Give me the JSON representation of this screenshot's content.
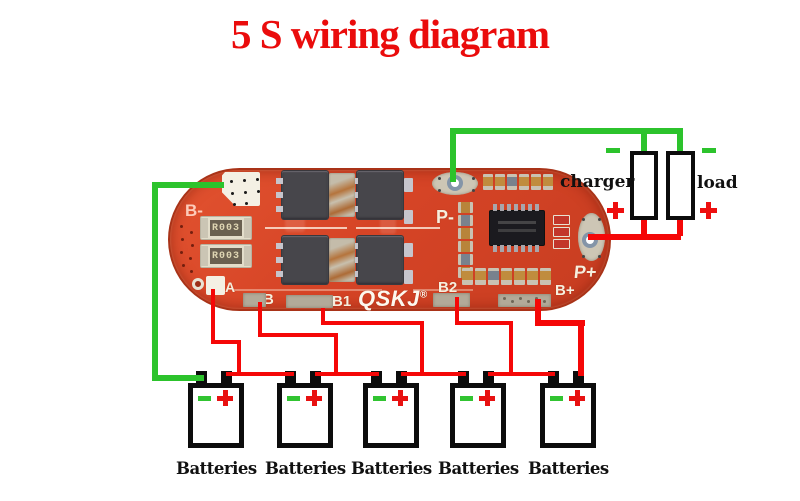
{
  "title": "5 S wiring diagram",
  "pcb": {
    "brand": "QSKJ",
    "brand_reg": "®",
    "silkscreen": {
      "b_minus": "B-",
      "p_minus": "P-",
      "p_plus": "P+",
      "b_plus": "B+",
      "b2": "B2",
      "b1": "B1",
      "b": "B",
      "a": "A"
    },
    "resistors": [
      "R003",
      "R003"
    ]
  },
  "charger": {
    "label": "charger"
  },
  "load": {
    "label": "load"
  },
  "batteries": [
    {
      "label": "Batteries"
    },
    {
      "label": "Batteries"
    },
    {
      "label": "Batteries"
    },
    {
      "label": "Batteries"
    },
    {
      "label": "Batteries"
    }
  ],
  "colors": {
    "title": "#ea0c0c",
    "wire_red": "#f50707",
    "wire_green": "#2cc32c",
    "pcb_red": "#d64426",
    "battery_border": "#0c0c0c"
  }
}
